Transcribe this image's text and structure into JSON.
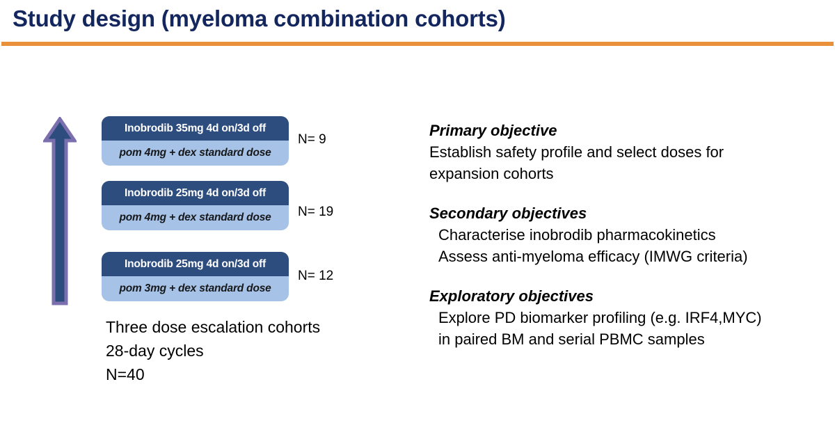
{
  "slide": {
    "title": "Study design (myeloma combination cohorts)",
    "accent_rule_color": "#E8903A",
    "title_color": "#14265E"
  },
  "arrow": {
    "name": "dose-escalation-arrow",
    "direction": "up",
    "fill_color": "#2E4D7F",
    "outline_color": "#7B6FAE"
  },
  "cohorts": [
    {
      "drug_line": "Inobrodib 35mg 4d on/3d off",
      "combo_line": "pom 4mg + dex standard dose",
      "n_label": "N= 9"
    },
    {
      "drug_line": "Inobrodib 25mg 4d on/3d off",
      "combo_line": "pom 4mg + dex standard dose",
      "n_label": "N= 19"
    },
    {
      "drug_line": "Inobrodib 25mg 4d on/3d off",
      "combo_line": "pom 3mg + dex standard dose",
      "n_label": "N= 12"
    }
  ],
  "cohort_box_colors": {
    "top": "#2E4D7F",
    "bottom": "#A6C2E6"
  },
  "left_summary": [
    "Three dose escalation cohorts",
    "28-day cycles",
    "N=40"
  ],
  "objectives": [
    {
      "heading": "Primary objective",
      "lines": [
        "Establish safety profile and select doses for",
        "expansion cohorts"
      ],
      "indented": false
    },
    {
      "heading": "Secondary objectives",
      "lines": [
        "Characterise inobrodib pharmacokinetics",
        "Assess anti-myeloma efficacy (IMWG criteria)"
      ],
      "indented": true
    },
    {
      "heading": "Exploratory objectives",
      "lines": [
        "Explore PD biomarker profiling (e.g. IRF4,MYC)",
        "in paired BM and serial PBMC samples"
      ],
      "indented": true
    }
  ]
}
